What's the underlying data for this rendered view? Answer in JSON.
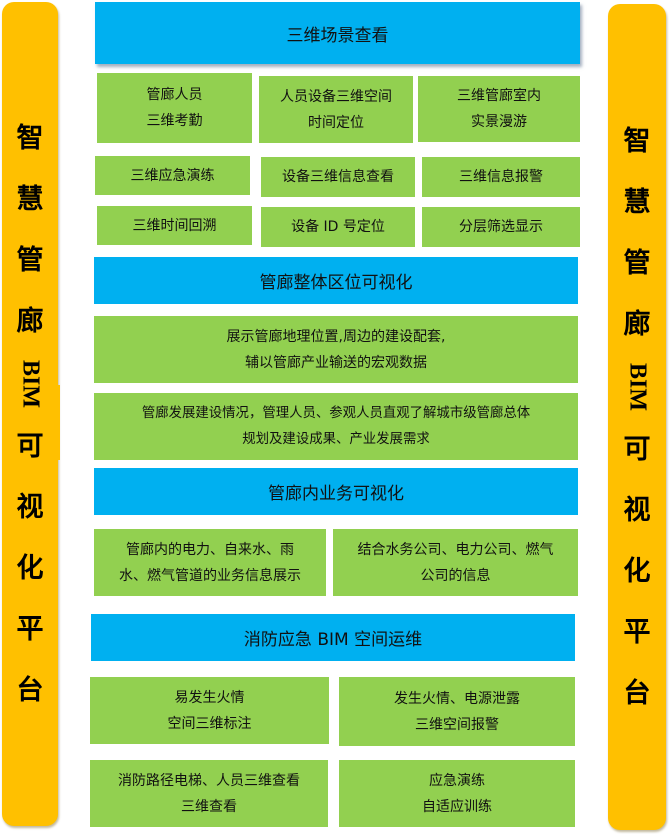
{
  "left_banner": {
    "chars": [
      "智",
      "慧",
      "管",
      "廊"
    ],
    "bim": "BIM",
    "chars2": [
      "可",
      "视",
      "化",
      "平",
      "台"
    ],
    "color": "#ffc000"
  },
  "right_banner": {
    "chars": [
      "智",
      "慧",
      "管",
      "廊"
    ],
    "bim": "BIM",
    "chars2": [
      "可",
      "视",
      "化",
      "平",
      "台"
    ],
    "color": "#ffc000"
  },
  "colors": {
    "header_blue": "#00b0f0",
    "item_green": "#92d050",
    "banner_yellow": "#ffc000"
  },
  "sections": [
    {
      "title": "三维场景查看",
      "rows": [
        [
          {
            "lines": [
              "管廊人员",
              "三维考勤"
            ]
          },
          {
            "lines": [
              "人员设备三维空间",
              "时间定位"
            ]
          },
          {
            "lines": [
              "三维管廊室内",
              "实景漫游"
            ]
          }
        ],
        [
          {
            "lines": [
              "三维应急演练"
            ]
          },
          {
            "lines": [
              "设备三维信息查看"
            ]
          },
          {
            "lines": [
              "三维信息报警"
            ]
          }
        ],
        [
          {
            "lines": [
              "三维时间回溯"
            ]
          },
          {
            "lines": [
              "设备 ID 号定位"
            ]
          },
          {
            "lines": [
              "分层筛选显示"
            ]
          }
        ]
      ]
    },
    {
      "title": "管廊整体区位可视化",
      "rows": [
        [
          {
            "lines": [
              "展示管廊地理位置,周边的建设配套,",
              "辅以管廊产业输送的宏观数据"
            ]
          }
        ],
        [
          {
            "lines": [
              "管廊发展建设情况，管理人员、参观人员直观了解城市级管廊总体",
              "规划及建设成果、产业发展需求"
            ]
          }
        ]
      ]
    },
    {
      "title": "管廊内业务可视化",
      "rows": [
        [
          {
            "lines": [
              "管廊内的电力、自来水、雨",
              "水、燃气管道的业务信息展示"
            ]
          },
          {
            "lines": [
              "结合水务公司、电力公司、燃气",
              "公司的信息"
            ]
          }
        ]
      ]
    },
    {
      "title": "消防应急 BIM 空间运维",
      "rows": [
        [
          {
            "lines": [
              "易发生火情",
              "空间三维标注"
            ]
          },
          {
            "lines": [
              "发生火情、电源泄露",
              "三维空间报警"
            ]
          }
        ],
        [
          {
            "lines": [
              "消防路径电梯、人员三维查看",
              "三维查看"
            ]
          },
          {
            "lines": [
              "应急演练",
              "自适应训练"
            ]
          }
        ]
      ]
    }
  ]
}
